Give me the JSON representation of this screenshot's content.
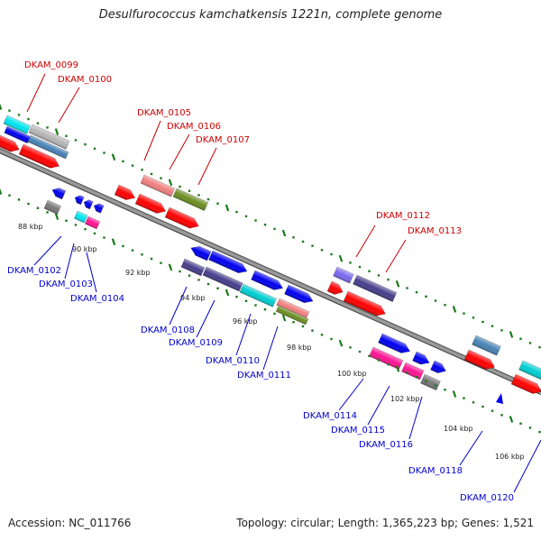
{
  "title": "Desulfurococcus kamchatkensis 1221n, complete genome",
  "footer": {
    "accession_label": "Accession:",
    "accession": "NC_011766",
    "topology_label": "Topology:",
    "topology": "circular;",
    "length_label": "Length:",
    "length": "1,365,223 bp;",
    "genes_label": "Genes:",
    "genes": "1,521"
  },
  "colors": {
    "forward_label": "#cc0000",
    "reverse_label": "#0000cc",
    "tick_mark": "#1a7a1a",
    "backbone": "#888888",
    "forward_cds": "#ff0000",
    "reverse_cds": "#0000ee"
  },
  "kbp_ticks": [
    "88 kbp",
    "90 kbp",
    "92 kbp",
    "94 kbp",
    "96 kbp",
    "98 kbp",
    "100 kbp",
    "102 kbp",
    "104 kbp",
    "106 kbp"
  ],
  "forward_labels": [
    "DKAM_0099",
    "DKAM_0100",
    "DKAM_0105",
    "DKAM_0106",
    "DKAM_0107",
    "DKAM_0112",
    "DKAM_0113"
  ],
  "reverse_labels": [
    "DKAM_0102",
    "DKAM_0103",
    "DKAM_0104",
    "DKAM_0108",
    "DKAM_0109",
    "DKAM_0110",
    "DKAM_0111",
    "DKAM_0114",
    "DKAM_0115",
    "DKAM_0116",
    "DKAM_0118",
    "DKAM_0120"
  ]
}
